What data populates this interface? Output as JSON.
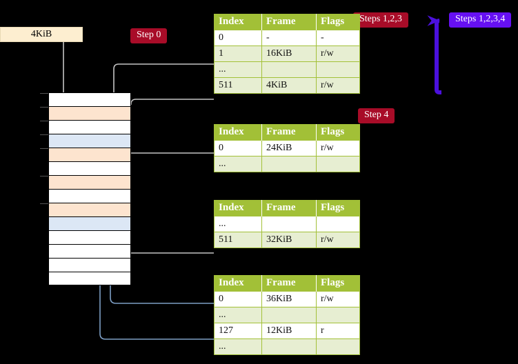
{
  "diagram": {
    "title_labels": {
      "step0": "Step 0",
      "steps123": "Steps 1,2,3",
      "steps1234": "Steps 1,2,3,4",
      "step4": "Step 4"
    },
    "memory_box_label": "4KiB",
    "colors": {
      "step_red": "#a80c28",
      "step_purple": "#6610f2",
      "table_header_green": "#a2c037",
      "table_alt_row": "#e7eed2",
      "highlight_yellow": "#ffffa0",
      "memory_orange": "#fde4cf",
      "memory_blue": "#dce7f5",
      "memory_box_cream": "#fdeed0",
      "wire_grey": "#b8b8b8",
      "wire_blue": "#7d9fc6",
      "background": "#000000"
    },
    "columns": [
      "Index",
      "Frame",
      "Flags"
    ],
    "tables": [
      {
        "name": "level4-table",
        "rows": [
          {
            "index": "0",
            "frame": "-",
            "flags": "-",
            "alt": false,
            "highlight": false
          },
          {
            "index": "1",
            "frame": "16KiB",
            "flags": "r/w",
            "alt": true,
            "highlight": false
          },
          {
            "index": "...",
            "frame": "",
            "flags": "",
            "alt": true,
            "highlight": false
          },
          {
            "index": "511",
            "frame": "4KiB",
            "flags": "r/w",
            "alt": true,
            "highlight": true
          }
        ]
      },
      {
        "name": "level3-table",
        "rows": [
          {
            "index": "0",
            "frame": "24KiB",
            "flags": "r/w",
            "alt": false,
            "highlight": false
          },
          {
            "index": "...",
            "frame": "",
            "flags": "",
            "alt": true,
            "highlight": false
          }
        ]
      },
      {
        "name": "level2-table",
        "rows": [
          {
            "index": "...",
            "frame": "",
            "flags": "",
            "alt": false,
            "highlight": false
          },
          {
            "index": "511",
            "frame": "32KiB",
            "flags": "r/w",
            "alt": true,
            "highlight": false
          }
        ]
      },
      {
        "name": "level1-table",
        "rows": [
          {
            "index": "0",
            "frame": "36KiB",
            "flags": "r/w",
            "alt": false,
            "highlight": false
          },
          {
            "index": "...",
            "frame": "",
            "flags": "",
            "alt": true,
            "highlight": false
          },
          {
            "index": "127",
            "frame": "12KiB",
            "flags": "r",
            "alt": false,
            "highlight": false
          },
          {
            "index": "...",
            "frame": "",
            "flags": "",
            "alt": true,
            "highlight": false
          }
        ]
      }
    ],
    "memory_rows": [
      {
        "fill": "white"
      },
      {
        "fill": "orange"
      },
      {
        "fill": "white"
      },
      {
        "fill": "blue"
      },
      {
        "fill": "orange"
      },
      {
        "fill": "white"
      },
      {
        "fill": "orange"
      },
      {
        "fill": "white"
      },
      {
        "fill": "orange"
      },
      {
        "fill": "blue"
      },
      {
        "fill": "white"
      },
      {
        "fill": "white"
      },
      {
        "fill": "white"
      },
      {
        "fill": "white"
      }
    ]
  }
}
